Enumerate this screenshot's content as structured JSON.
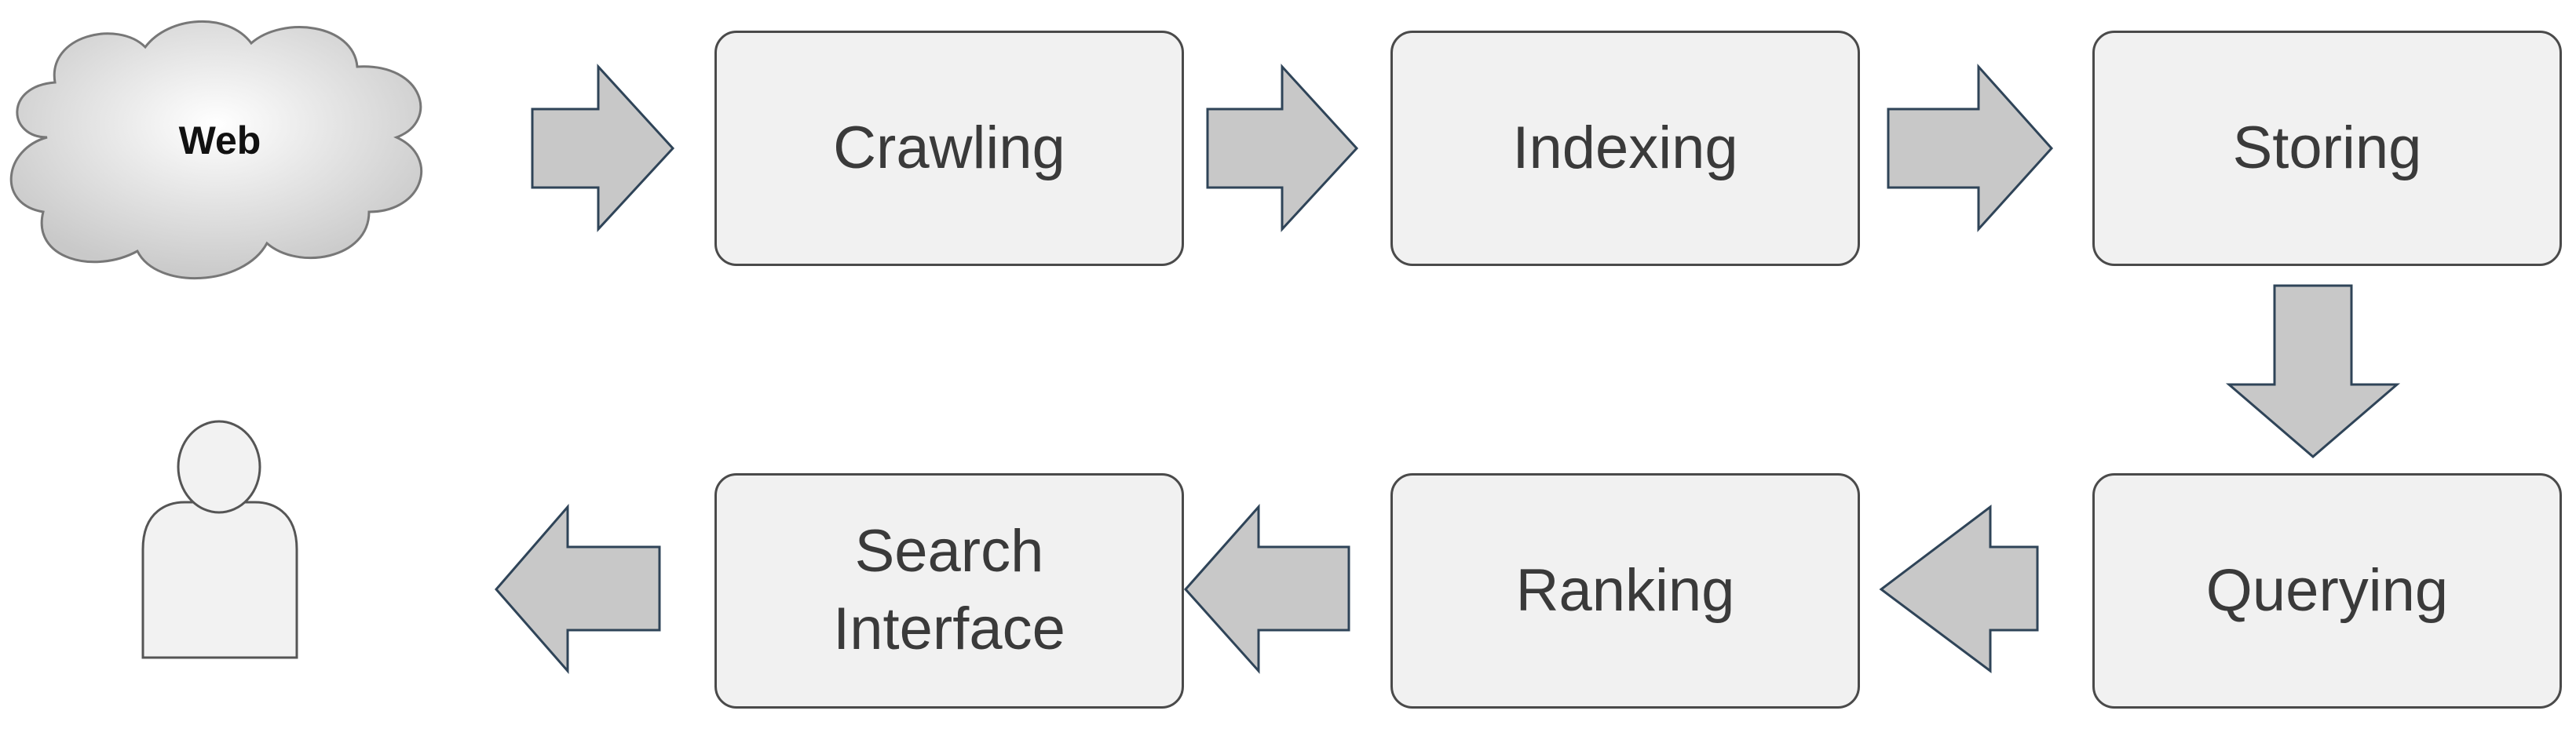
{
  "diagram": {
    "source": {
      "label": "Web",
      "icon": "cloud-icon"
    },
    "pipeline_top": [
      "Crawling",
      "Indexing",
      "Storing"
    ],
    "pipeline_bottom": {
      "search_interface": [
        "Search",
        "Interface"
      ],
      "ranking": "Ranking",
      "querying": "Querying"
    },
    "end_user": {
      "icon": "user-icon"
    }
  },
  "colors": {
    "box_fill": "#f1f1f1",
    "box_border": "#4a4a4a",
    "arrow_fill": "#c8c8c8",
    "arrow_stroke": "#2f4458",
    "text": "#3a3a3a"
  }
}
